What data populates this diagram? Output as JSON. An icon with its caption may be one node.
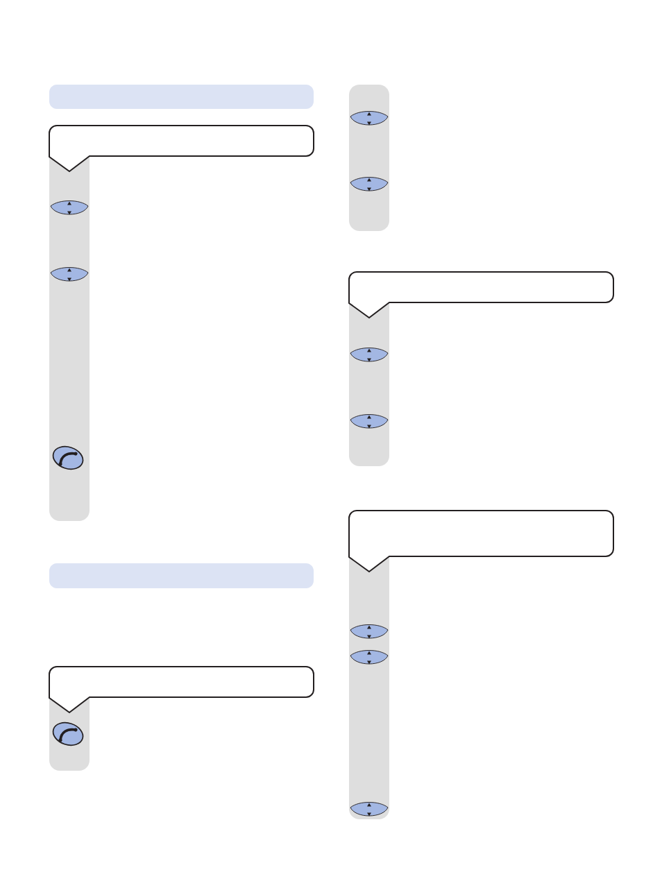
{
  "diagram": {
    "nodes": [
      {
        "text": [],
        "shape": "bar"
      },
      {
        "text": [],
        "shape": "callout"
      },
      {
        "text": [],
        "shape": "bar"
      },
      {
        "text": [],
        "shape": "bar"
      },
      {
        "text": [],
        "shape": "callout"
      },
      {
        "text": [],
        "shape": "bar"
      },
      {
        "text": [],
        "shape": "bar"
      },
      {
        "text": [],
        "shape": "callout"
      },
      {
        "text": [],
        "shape": "bar"
      },
      {
        "text": [],
        "shape": "callout"
      },
      {
        "text": [],
        "shape": "bar"
      }
    ]
  }
}
